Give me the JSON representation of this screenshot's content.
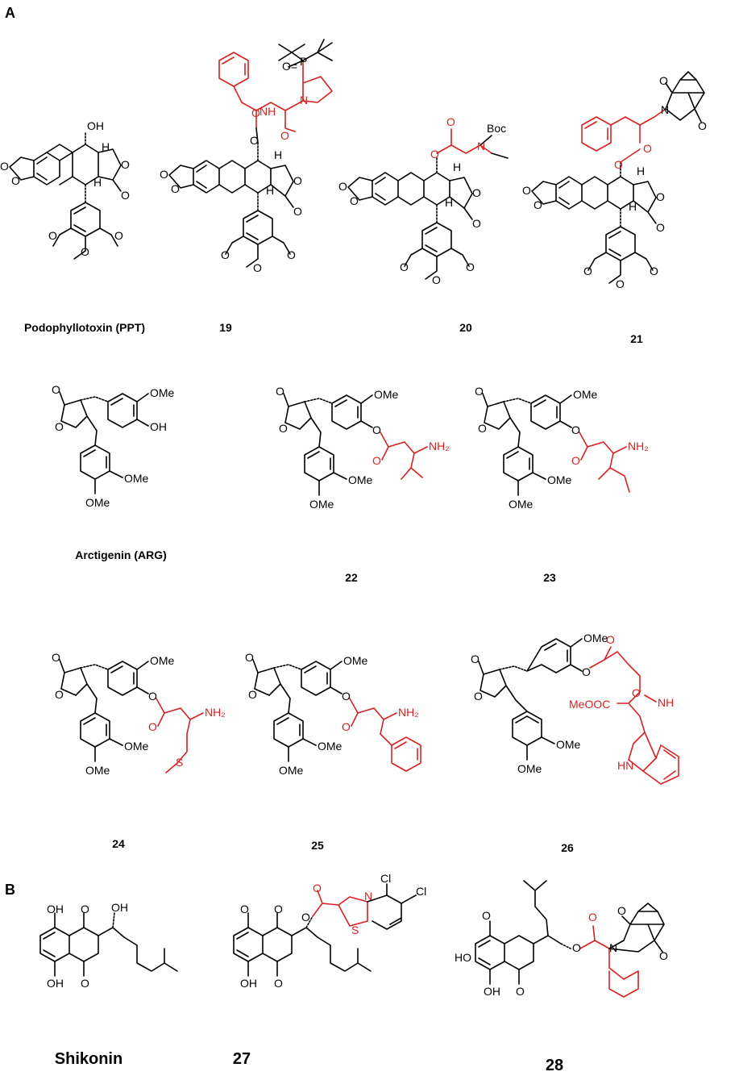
{
  "figure": {
    "panels": [
      "A",
      "B"
    ],
    "compounds": [
      {
        "id": "ppt",
        "label": "Podophyllotoxin (PPT)"
      },
      {
        "id": "c19",
        "label": "19"
      },
      {
        "id": "c20",
        "label": "20"
      },
      {
        "id": "c21",
        "label": "21"
      },
      {
        "id": "arg",
        "label": "Arctigenin (ARG)"
      },
      {
        "id": "c22",
        "label": "22"
      },
      {
        "id": "c23",
        "label": "23"
      },
      {
        "id": "c24",
        "label": "24"
      },
      {
        "id": "c25",
        "label": "25"
      },
      {
        "id": "c26",
        "label": "26"
      },
      {
        "id": "shk",
        "label": "Shikonin"
      },
      {
        "id": "c27",
        "label": "27"
      },
      {
        "id": "c28",
        "label": "28"
      }
    ],
    "atom_labels": {
      "O": "O",
      "OH": "OH",
      "H": "H",
      "N": "N",
      "NH": "NH",
      "HN": "HN",
      "P": "P",
      "S": "S",
      "Cl": "Cl",
      "OMe": "OMe",
      "NH2": "NH₂",
      "Boc": "Boc",
      "MeOOC": "MeOOC"
    },
    "colors": {
      "modification": "#d62222",
      "scaffold": "#000000"
    }
  }
}
